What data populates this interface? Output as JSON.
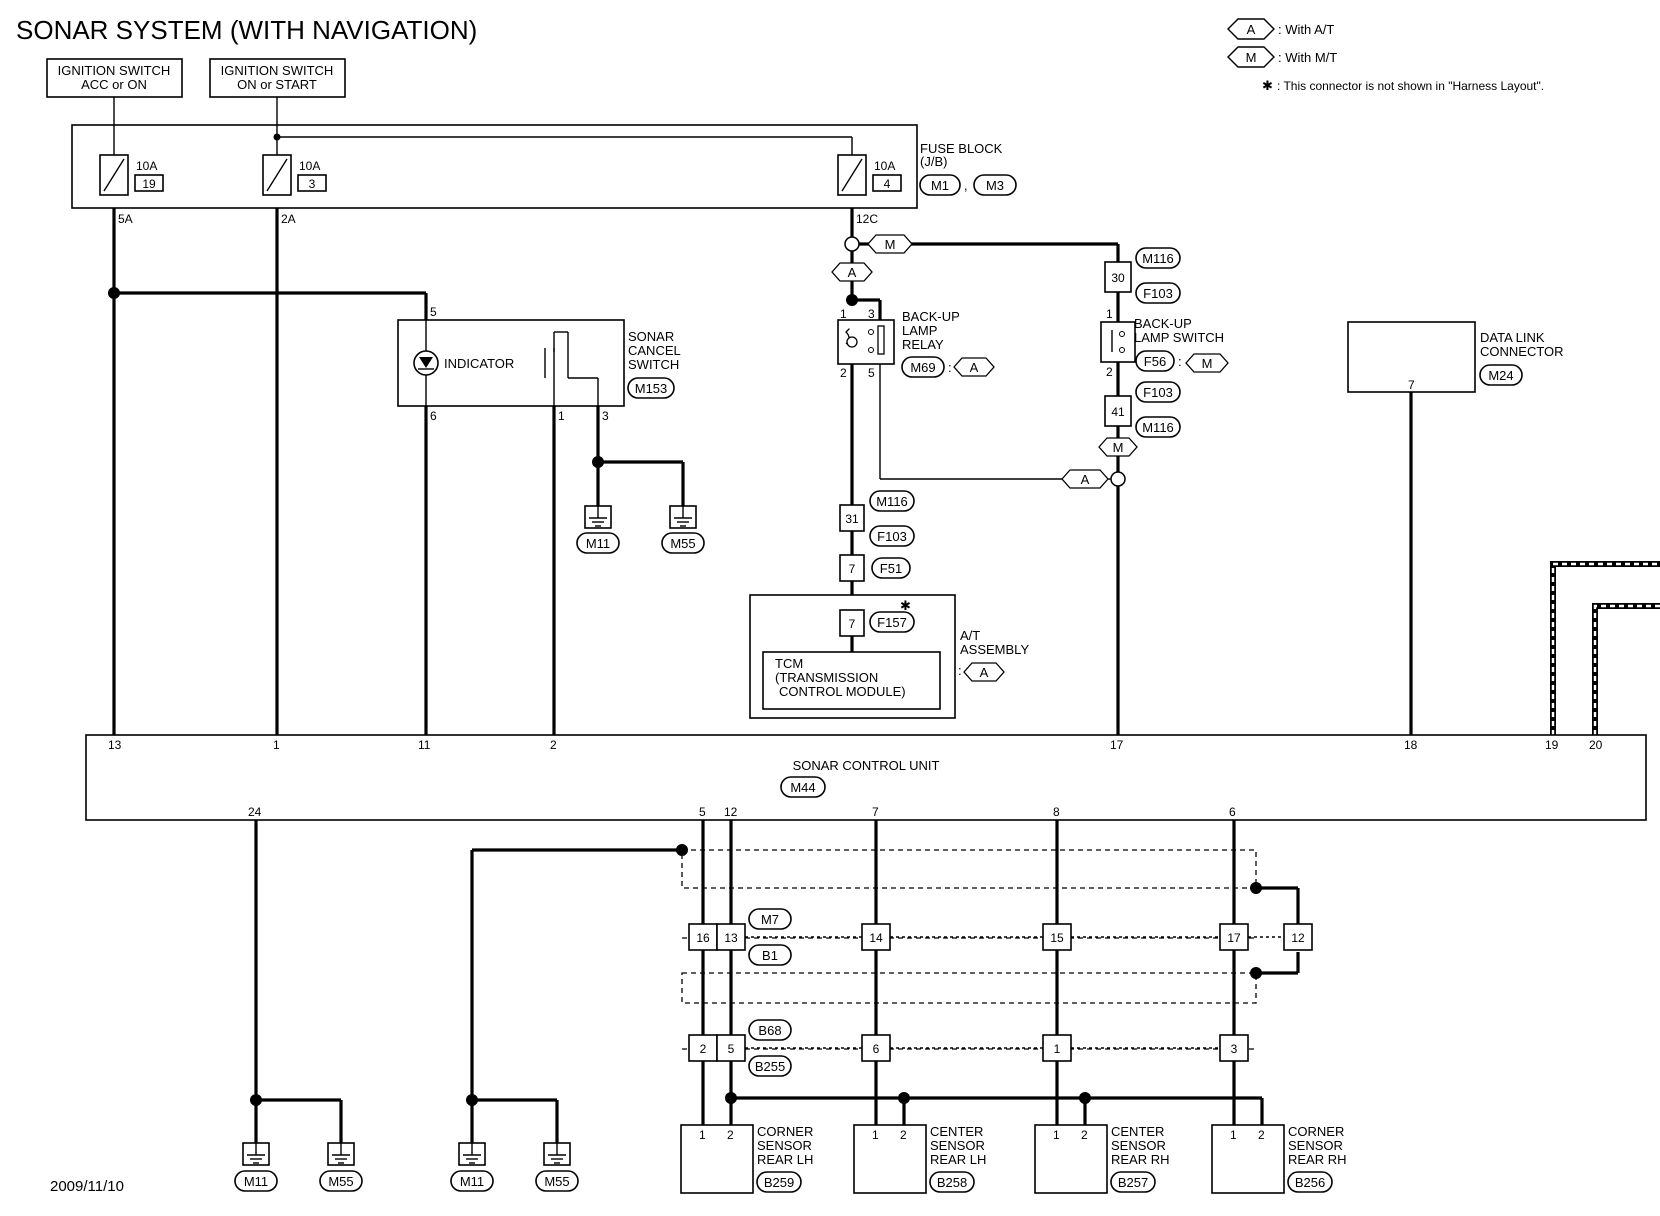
{
  "title": "SONAR SYSTEM (WITH NAVIGATION)",
  "legend": {
    "a_tag": "A",
    "a_text": ": With A/T",
    "m_tag": "M",
    "m_text": ": With M/T",
    "star": "✱",
    "star_text": ": This connector is not shown in \"Harness Layout\"."
  },
  "power": {
    "ign_acc_line1": "IGNITION SWITCH",
    "ign_acc_line2": "ACC or ON",
    "ign_on_line1": "IGNITION SWITCH",
    "ign_on_line2": "ON or START"
  },
  "fuse_block": {
    "label_line1": "FUSE BLOCK",
    "label_line2": "(J/B)",
    "conn1": "M1",
    "conn2": "M3",
    "comma": ",",
    "fuses": [
      {
        "amp": "10A",
        "num": "19",
        "pin": "5A"
      },
      {
        "amp": "10A",
        "num": "3",
        "pin": "2A"
      },
      {
        "amp": "10A",
        "num": "4",
        "pin": "12C"
      }
    ]
  },
  "sonar_cancel": {
    "indicator": "INDICATOR",
    "label_line1": "SONAR",
    "label_line2": "CANCEL",
    "label_line3": "SWITCH",
    "conn": "M153",
    "pin_top": "5",
    "pin_ind": "6",
    "pin_1": "1",
    "pin_3": "3"
  },
  "grounds": {
    "m11": "M11",
    "m55": "M55"
  },
  "backup_relay": {
    "label_line1": "BACK-UP",
    "label_line2": "LAMP",
    "label_line3": "RELAY",
    "conn": "M69",
    "opt": "A",
    "colon": ":",
    "pin1": "1",
    "pin2": "2",
    "pin3": "3",
    "pin5": "5"
  },
  "backup_switch": {
    "label_line1": "BACK-UP",
    "label_line2": "LAMP SWITCH",
    "conn": "F56",
    "opt": "M",
    "colon": ":",
    "pin1": "1",
    "pin2": "2"
  },
  "options": {
    "a": "A",
    "m": "M"
  },
  "harness": {
    "m116": "M116",
    "f103": "F103",
    "f51": "F51",
    "f157": "F157",
    "m7": "M7",
    "b1": "B1",
    "b68": "B68",
    "b255": "B255",
    "pins": {
      "p30": "30",
      "p41": "41",
      "p31": "31",
      "p7a": "7",
      "p7b": "7",
      "m7_16": "16",
      "m7_13": "13",
      "m7_14": "14",
      "m7_15": "15",
      "m7_17": "17",
      "m7_12": "12",
      "b68_2": "2",
      "b68_5": "5",
      "b68_6": "6",
      "b68_1": "1",
      "b68_3": "3"
    }
  },
  "at_assembly": {
    "label_line1": "A/T",
    "label_line2": "ASSEMBLY",
    "colon": ":",
    "opt": "A",
    "tcm_line1": "TCM",
    "tcm_line2": "(TRANSMISSION",
    "tcm_line3": "CONTROL MODULE)"
  },
  "data_link": {
    "label_line1": "DATA LINK",
    "label_line2": "CONNECTOR",
    "conn": "M24",
    "pin": "7"
  },
  "sonar_unit": {
    "label": "SONAR CONTROL UNIT",
    "conn": "M44",
    "top_pins": {
      "p13": "13",
      "p1": "1",
      "p11": "11",
      "p2": "2",
      "p17": "17",
      "p18": "18",
      "p19": "19",
      "p20": "20"
    },
    "bottom_pins": {
      "p24": "24",
      "p5": "5",
      "p12": "12",
      "p7": "7",
      "p8": "8",
      "p6": "6"
    }
  },
  "sensors": [
    {
      "line1": "CORNER",
      "line2": "SENSOR",
      "line3": "REAR LH",
      "conn": "B259",
      "pin1": "1",
      "pin2": "2"
    },
    {
      "line1": "CENTER",
      "line2": "SENSOR",
      "line3": "REAR LH",
      "conn": "B258",
      "pin1": "1",
      "pin2": "2"
    },
    {
      "line1": "CENTER",
      "line2": "SENSOR",
      "line3": "REAR RH",
      "conn": "B257",
      "pin1": "1",
      "pin2": "2"
    },
    {
      "line1": "CORNER",
      "line2": "SENSOR",
      "line3": "REAR RH",
      "conn": "B256",
      "pin1": "1",
      "pin2": "2"
    }
  ],
  "date": "2009/11/10"
}
